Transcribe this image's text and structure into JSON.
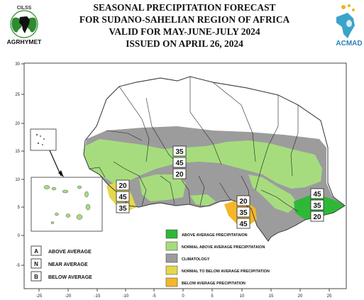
{
  "header": {
    "title_lines": [
      "SEASONAL PRECIPITATION FORECAST",
      "FOR SUDANO-SAHELIAN REGION OF AFRICA",
      "VALID FOR MAY-JUNE-JULY 2024",
      "ISSUED ON APRIL 26, 2024"
    ]
  },
  "logos": {
    "left_name": "CILSS",
    "left_caption": "AGRHYMET",
    "right_caption": "ACMAD"
  },
  "axes": {
    "x_ticks": [
      "-25",
      "-20",
      "-15",
      "-10",
      "-5",
      "0",
      "5",
      "10",
      "15",
      "20",
      "25"
    ],
    "y_ticks": [
      "30",
      "25",
      "20",
      "15",
      "10",
      "5",
      "0",
      "-5"
    ]
  },
  "zones": [
    {
      "above": "35",
      "near": "45",
      "below": "20"
    },
    {
      "above": "20",
      "near": "45",
      "below": "35"
    },
    {
      "above": "20",
      "near": "35",
      "below": "45"
    },
    {
      "above": "45",
      "near": "35",
      "below": "20"
    }
  ],
  "legend": {
    "categories": [
      {
        "label": "ABOVE AVERAGE PRECIPITATAION",
        "color": "#2fb838"
      },
      {
        "label": "NORMAL ABOVE AVERAGE PRECIPITATAION",
        "color": "#a6dc7e"
      },
      {
        "label": "CLIMATOLOGY",
        "color": "#9c9c9c"
      },
      {
        "label": "NORMAL TO BELOW AVERAGE PRECIPITATION",
        "color": "#e6d84d"
      },
      {
        "label": "BELOW AVERAGE PRECIPITATION",
        "color": "#f4b62a"
      }
    ],
    "key": [
      {
        "letter": "A",
        "label": "ABOVE AVERAGE"
      },
      {
        "letter": "N",
        "label": "NEAR AVERAGE"
      },
      {
        "letter": "B",
        "label": "BELOW AVERAGE"
      }
    ]
  }
}
